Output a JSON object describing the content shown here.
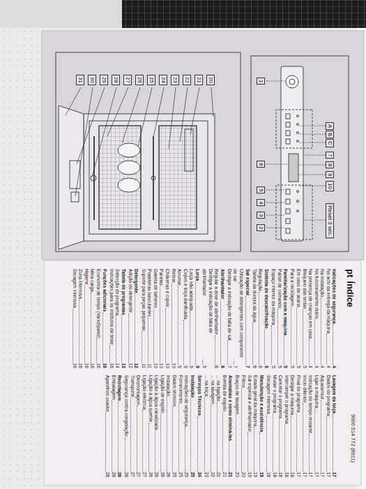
{
  "diagram": {
    "title": "Índice",
    "nodes": [
      {
        "text": [
          "1"
        ]
      },
      {
        "text": [
          "2"
        ]
      },
      {
        "text": [
          "3"
        ]
      },
      {
        "text": [
          "4"
        ]
      },
      {
        "text": [
          "5"
        ]
      },
      {
        "text": [
          "6"
        ]
      },
      {
        "text": [
          "7"
        ]
      },
      {
        "text": [
          "8"
        ]
      },
      {
        "text": [
          "9"
        ]
      },
      {
        "text": [
          "10"
        ]
      },
      {
        "text": [
          "A"
        ]
      },
      {
        "text": [
          "B"
        ]
      },
      {
        "text": [
          "C"
        ]
      },
      {
        "text": [
          "Reset 3 sec."
        ]
      },
      {
        "text": [
          "20"
        ]
      },
      {
        "text": [
          "21"
        ]
      },
      {
        "text": [
          "22"
        ]
      },
      {
        "text": [
          "23"
        ]
      },
      {
        "text": [
          "24"
        ]
      },
      {
        "text": [
          "25"
        ]
      },
      {
        "text": [
          "26"
        ]
      },
      {
        "text": [
          "27"
        ]
      },
      {
        "text": [
          "28"
        ]
      },
      {
        "text": [
          "29"
        ]
      },
      {
        "text": [
          "30"
        ]
      },
      {
        "text": [
          "31"
        ]
      }
    ],
    "labels": [
      "pt",
      "Indicações de segurança",
      "4",
      "No acto da entrega da máquina",
      "4",
      "Na instalação",
      "4",
      "No funcionamento diário",
      "4",
      "Na presença de crianças em casa",
      "4",
      "Bloqueio das teclas",
      "5",
      "Em caso de avaria",
      "5",
      "Para a reciclagem",
      "5",
      "Familiarização com a máquina",
      "5",
      "Painel de comando",
      "5",
      "Espaço interior da máquina",
      "5",
      "Sistema de descalcificação",
      "6",
      "Regulação",
      "6",
      "Tabela da dureza da água",
      "6",
      "Sal especial",
      "7",
      "Utilização de detergentes com componente de sal",
      "7",
      "Desligar a indicação de falta de sal",
      "7",
      "Abrilhantador",
      "8",
      "Regular a dose de abrilhantador",
      "8",
      "Desligar a indicação de falta de abrilhantador",
      "9",
      "Loiça",
      "9",
      "Loiça não adequada",
      "9",
      "Copos e loiça danificada",
      "9",
      "Arrumar",
      "9",
      "Retirar",
      "10",
      "Chávenas e copos",
      "10",
      "Panelas",
      "10",
      "Gaveta de talheres",
      "10",
      "Prateleiras basculantes",
      "11",
      "Suporte para peças pequenas",
      "11",
      "Detergente",
      "12",
      "Adição do detergente",
      "12",
      "Tabela de programas",
      "13",
      "Selecção do programa",
      "14",
      "Indicações para os institutos de teste",
      "16",
      "Funções adicionais",
      "16",
      "Economia de tempo (VarioSpeed)",
      "16",
      "Meia carga",
      "16",
      "Higiene",
      "16",
      "Zona intensiva",
      "16",
      "Secagem intensiva",
      "16",
      "Lavagem da loiça",
      "17",
      "Dados do programa",
      "17",
      "Aquasensor",
      "17",
      "Ligar a máquina",
      "17",
      "Indicação do tempo restante",
      "17",
      "Início diferido",
      "17",
      "Final do programa",
      "17",
      "Desligar a máquina",
      "18",
      "Interromper o programa",
      "18",
      "Cancelar o programa",
      "18",
      "Mudar o programa",
      "18",
      "Secagem intensiva",
      "18",
      "Manutenção e assistência",
      "19",
      "Estado geral da máquina",
      "19",
      "Sal especial e abrilhantador",
      "19",
      "Filtros",
      "20",
      "Braços de lavagem",
      "20",
      "Anomalias e como eliminá-las",
      "21",
      "Bomba de esgoto",
      "21",
      "... na ligação",
      "22",
      "... na lavagem",
      "22",
      "... na loiça",
      "23",
      "Serviços Técnicos",
      "24",
      "Instalação",
      "25",
      "Indicações de segurança",
      "25",
      "Fornecimento",
      "25",
      "Dados técnicos",
      "25",
      "Instalação",
      "26",
      "Ligação de esgoto",
      "26",
      "Ligação à água canalizada",
      "26",
      "Ligação à água quente",
      "26",
      "Ligação eléctrica",
      "27",
      "Desmontagem",
      "27",
      "Transporte",
      "27",
      "Segurança contra congelação",
      "28",
      "Reciclagem",
      "28",
      "Embalagem",
      "28",
      "Aparelhos usados",
      "28",
      "9000 514 772 (8611)"
    ]
  }
}
